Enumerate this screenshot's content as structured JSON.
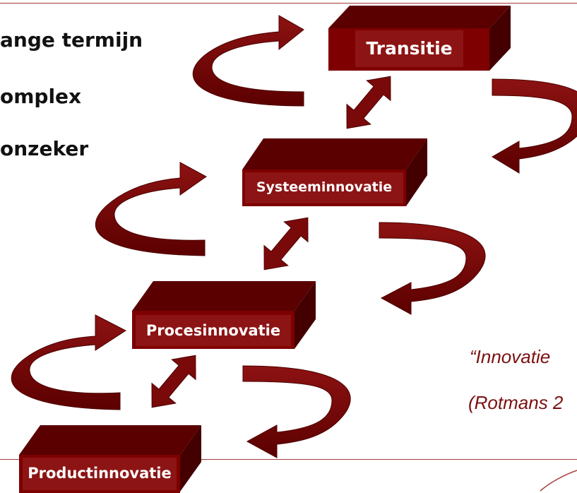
{
  "bullets": [
    "ange termijn",
    "omplex",
    "onzeker"
  ],
  "levels": {
    "transitie": "Transitie",
    "systeem": "Systeeminnovatie",
    "proces": "Procesinnovatie",
    "product": "Productinnovatie"
  },
  "citation": {
    "quote": "“Innovatie",
    "source": "(Rotmans 2"
  },
  "colors": {
    "box_front": "#800000",
    "box_top": "#5a0000",
    "box_side": "#4a0000",
    "arrow": "#7a0a0a",
    "arrow_shadow": "#4c0000",
    "label_bg": "#8b1010",
    "accent_line": "#a83a3a"
  }
}
